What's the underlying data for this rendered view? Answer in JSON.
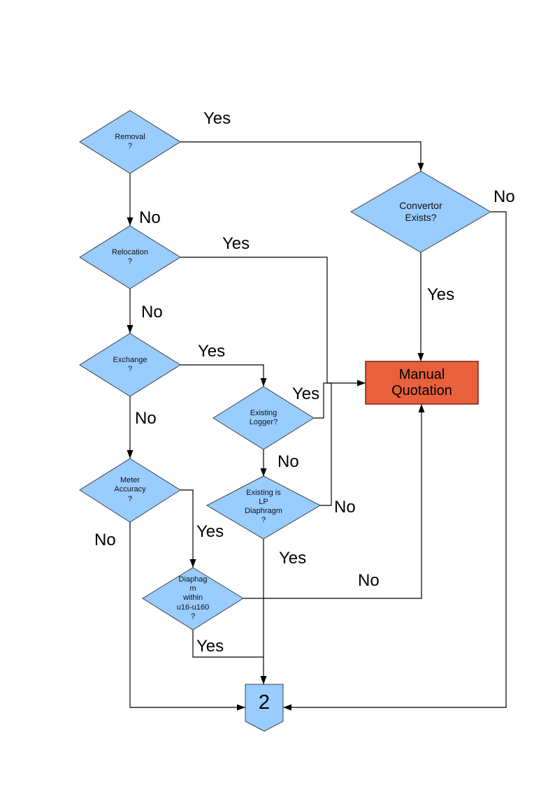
{
  "diagram": {
    "type": "flowchart",
    "colors": {
      "node_fill": "#99CCFF",
      "node_border": "#404040",
      "manual_quotation_fill": "#E8603C",
      "manual_quotation_border": "#7a2414",
      "connector_line": "#000000"
    },
    "nodes": {
      "removal": {
        "shape": "decision",
        "label": "Removal\n?"
      },
      "convertor_exists": {
        "shape": "decision",
        "label": "Convertor\nExists?"
      },
      "relocation": {
        "shape": "decision",
        "label": "Relocation\n?"
      },
      "exchange": {
        "shape": "decision",
        "label": "Exchange\n?"
      },
      "existing_logger": {
        "shape": "decision",
        "label": "Existing\nLogger?"
      },
      "existing_lp_diaphragm": {
        "shape": "decision",
        "label": "Existing is\nLP\nDiaphragm\n?"
      },
      "meter_accuracy": {
        "shape": "decision",
        "label": "Meter\nAccuracy\n?"
      },
      "diaphragm_within": {
        "shape": "decision",
        "label": "Diaphag\nm\nwithin\nu16-u160\n?"
      },
      "manual_quotation": {
        "shape": "process",
        "label": "Manual\nQuotation"
      },
      "connector_2": {
        "shape": "off-page-connector",
        "label": "2"
      }
    },
    "edge_labels": {
      "removal_yes": "Yes",
      "removal_no": "No",
      "convertor_no": "No",
      "convertor_yes": "Yes",
      "relocation_yes": "Yes",
      "relocation_no": "No",
      "exchange_yes": "Yes",
      "exchange_no": "No",
      "logger_yes": "Yes",
      "logger_no": "No",
      "lp_no": "No",
      "lp_yes": "Yes",
      "meter_yes": "Yes",
      "meter_no": "No",
      "diaphragm_no": "No",
      "diaphragm_yes": "Yes"
    },
    "edges": [
      {
        "from": "removal",
        "to": "convertor_exists",
        "label": "Yes"
      },
      {
        "from": "removal",
        "to": "relocation",
        "label": "No"
      },
      {
        "from": "convertor_exists",
        "to": "manual_quotation",
        "label": "Yes"
      },
      {
        "from": "convertor_exists",
        "to": "connector_2",
        "label": "No"
      },
      {
        "from": "relocation",
        "to": "manual_quotation",
        "label": "Yes"
      },
      {
        "from": "relocation",
        "to": "exchange",
        "label": "No"
      },
      {
        "from": "exchange",
        "to": "existing_logger",
        "label": "Yes"
      },
      {
        "from": "exchange",
        "to": "meter_accuracy",
        "label": "No"
      },
      {
        "from": "existing_logger",
        "to": "manual_quotation",
        "label": "Yes"
      },
      {
        "from": "existing_logger",
        "to": "existing_lp_diaphragm",
        "label": "No"
      },
      {
        "from": "existing_lp_diaphragm",
        "to": "manual_quotation",
        "label": "No"
      },
      {
        "from": "existing_lp_diaphragm",
        "to": "connector_2",
        "label": "Yes"
      },
      {
        "from": "meter_accuracy",
        "to": "diaphragm_within",
        "label": "Yes"
      },
      {
        "from": "meter_accuracy",
        "to": "connector_2",
        "label": "No"
      },
      {
        "from": "diaphragm_within",
        "to": "manual_quotation",
        "label": "No"
      },
      {
        "from": "diaphragm_within",
        "to": "connector_2",
        "label": "Yes"
      }
    ]
  }
}
